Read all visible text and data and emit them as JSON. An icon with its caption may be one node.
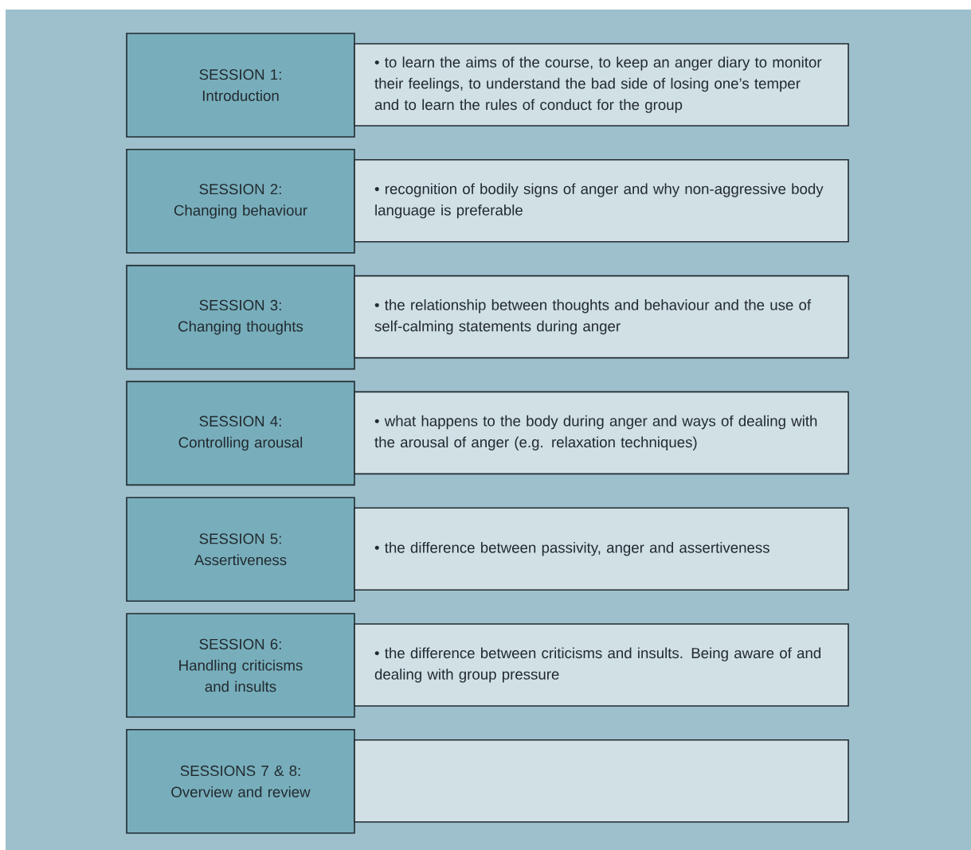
{
  "diagram": {
    "nodes": [
      {
        "text": [
          "SESSION 1:",
          "Introduction"
        ]
      },
      {
        "text": [
          "• to learn the aims of the course, to keep an anger diary to monitor their feelings, to understand the bad side of losing one’s temper and to learn the rules of conduct for the group"
        ]
      },
      {
        "text": [
          "SESSION 2:",
          "Changing behaviour"
        ]
      },
      {
        "text": [
          "• recognition of bodily signs of anger and why non-aggressive body language is preferable"
        ]
      },
      {
        "text": [
          "SESSION 3:",
          "Changing thoughts"
        ]
      },
      {
        "text": [
          "• the relationship between thoughts and behaviour and the use of self-calming statements during anger"
        ]
      },
      {
        "text": [
          "SESSION 4:",
          "Controlling arousal"
        ]
      },
      {
        "text": [
          "• what happens to the body during anger and ways of dealing with the arousal of anger (e.g. relaxation techniques)"
        ]
      },
      {
        "text": [
          "SESSION 5:",
          "Assertiveness"
        ]
      },
      {
        "text": [
          "• the difference between passivity, anger and assertiveness"
        ]
      },
      {
        "text": [
          "SESSION 6:",
          "Handling criticisms and insults"
        ]
      },
      {
        "text": [
          "• the difference between criticisms and insults. Being aware of and dealing with group pressure"
        ]
      },
      {
        "text": [
          "SESSIONS 7 & 8:",
          "Overview and review"
        ]
      },
      {
        "text": [],
        "shape": "box"
      }
    ]
  }
}
